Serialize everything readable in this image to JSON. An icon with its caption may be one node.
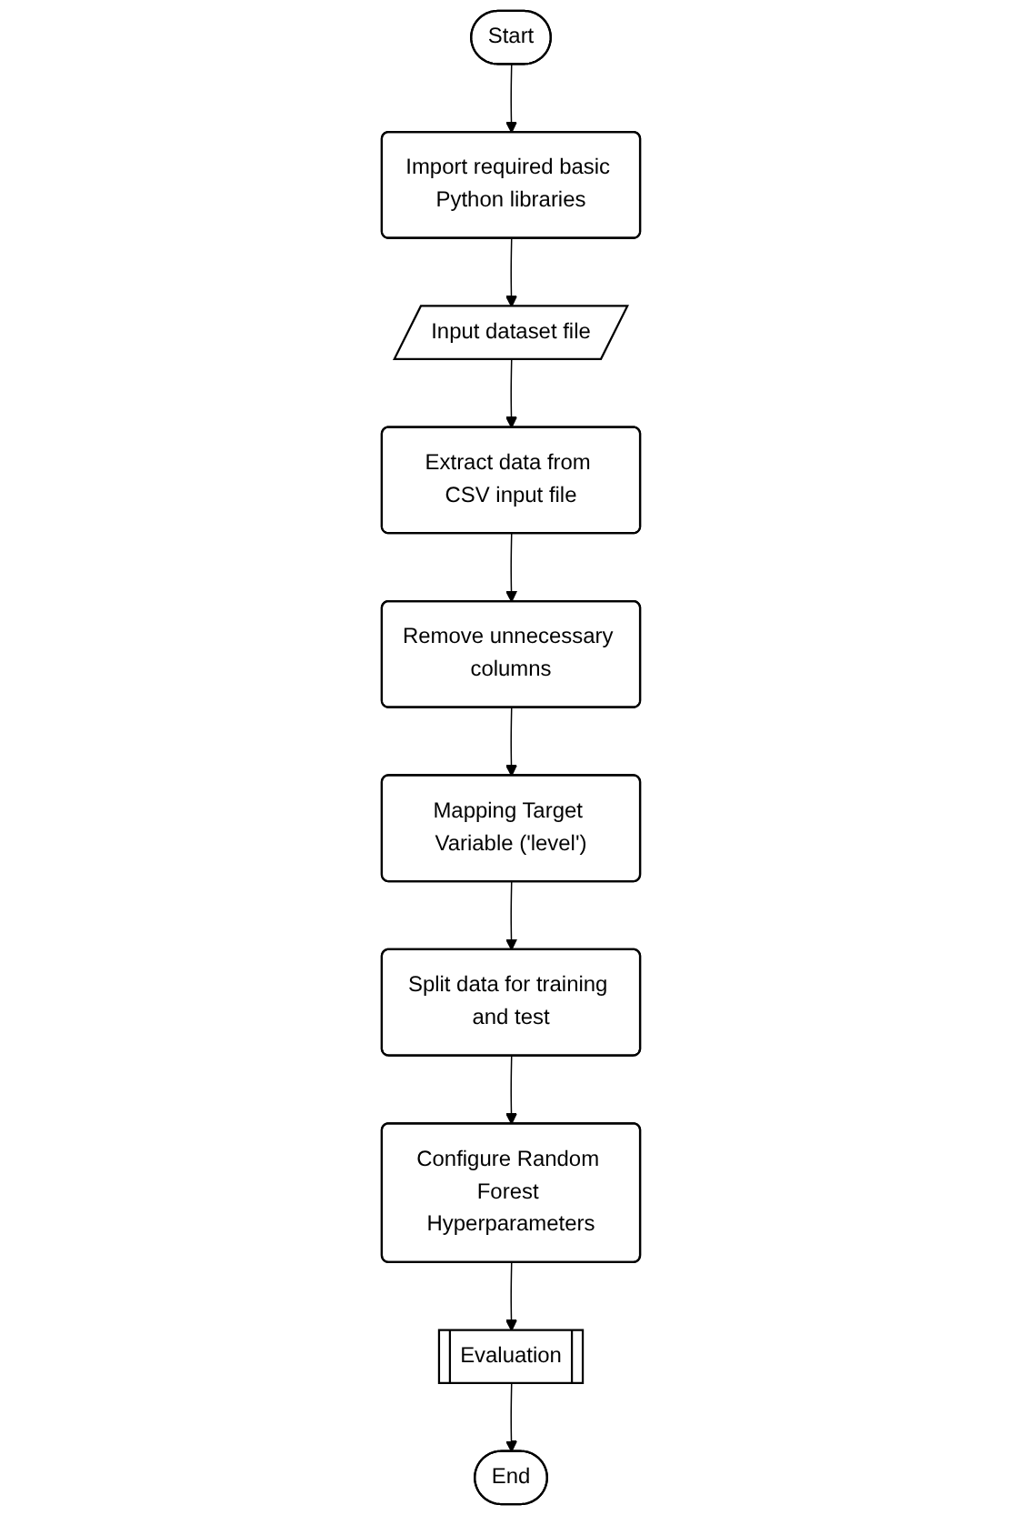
{
  "diagram": {
    "nodes": [
      {
        "text": [
          "Start"
        ]
      },
      {
        "text": [
          "Import required basic Python libraries"
        ]
      },
      {
        "text": [
          "Input dataset file"
        ]
      },
      {
        "text": [
          "Extract data from CSV input file"
        ]
      },
      {
        "text": [
          "Remove unnecessary columns"
        ]
      },
      {
        "text": [
          "Mapping Target Variable ('level')"
        ]
      },
      {
        "text": [
          "Split data for training and test"
        ]
      },
      {
        "text": [
          "Configure Random Forest Hyperparameters"
        ]
      },
      {
        "text": [
          "Evaluation"
        ]
      },
      {
        "text": [
          "End"
        ]
      }
    ],
    "edges": [
      {
        "from": 0,
        "to": 1,
        "arrow": "to"
      },
      {
        "from": 1,
        "to": 2,
        "arrow": "to"
      },
      {
        "from": 2,
        "to": 3,
        "arrow": "to"
      },
      {
        "from": 3,
        "to": 4,
        "arrow": "to"
      },
      {
        "from": 4,
        "to": 5,
        "arrow": "to"
      },
      {
        "from": 5,
        "to": 6,
        "arrow": "to"
      },
      {
        "from": 6,
        "to": 7,
        "arrow": "to"
      },
      {
        "from": 7,
        "to": 8,
        "arrow": "to"
      },
      {
        "from": 8,
        "to": 9,
        "arrow": "to"
      }
    ]
  }
}
